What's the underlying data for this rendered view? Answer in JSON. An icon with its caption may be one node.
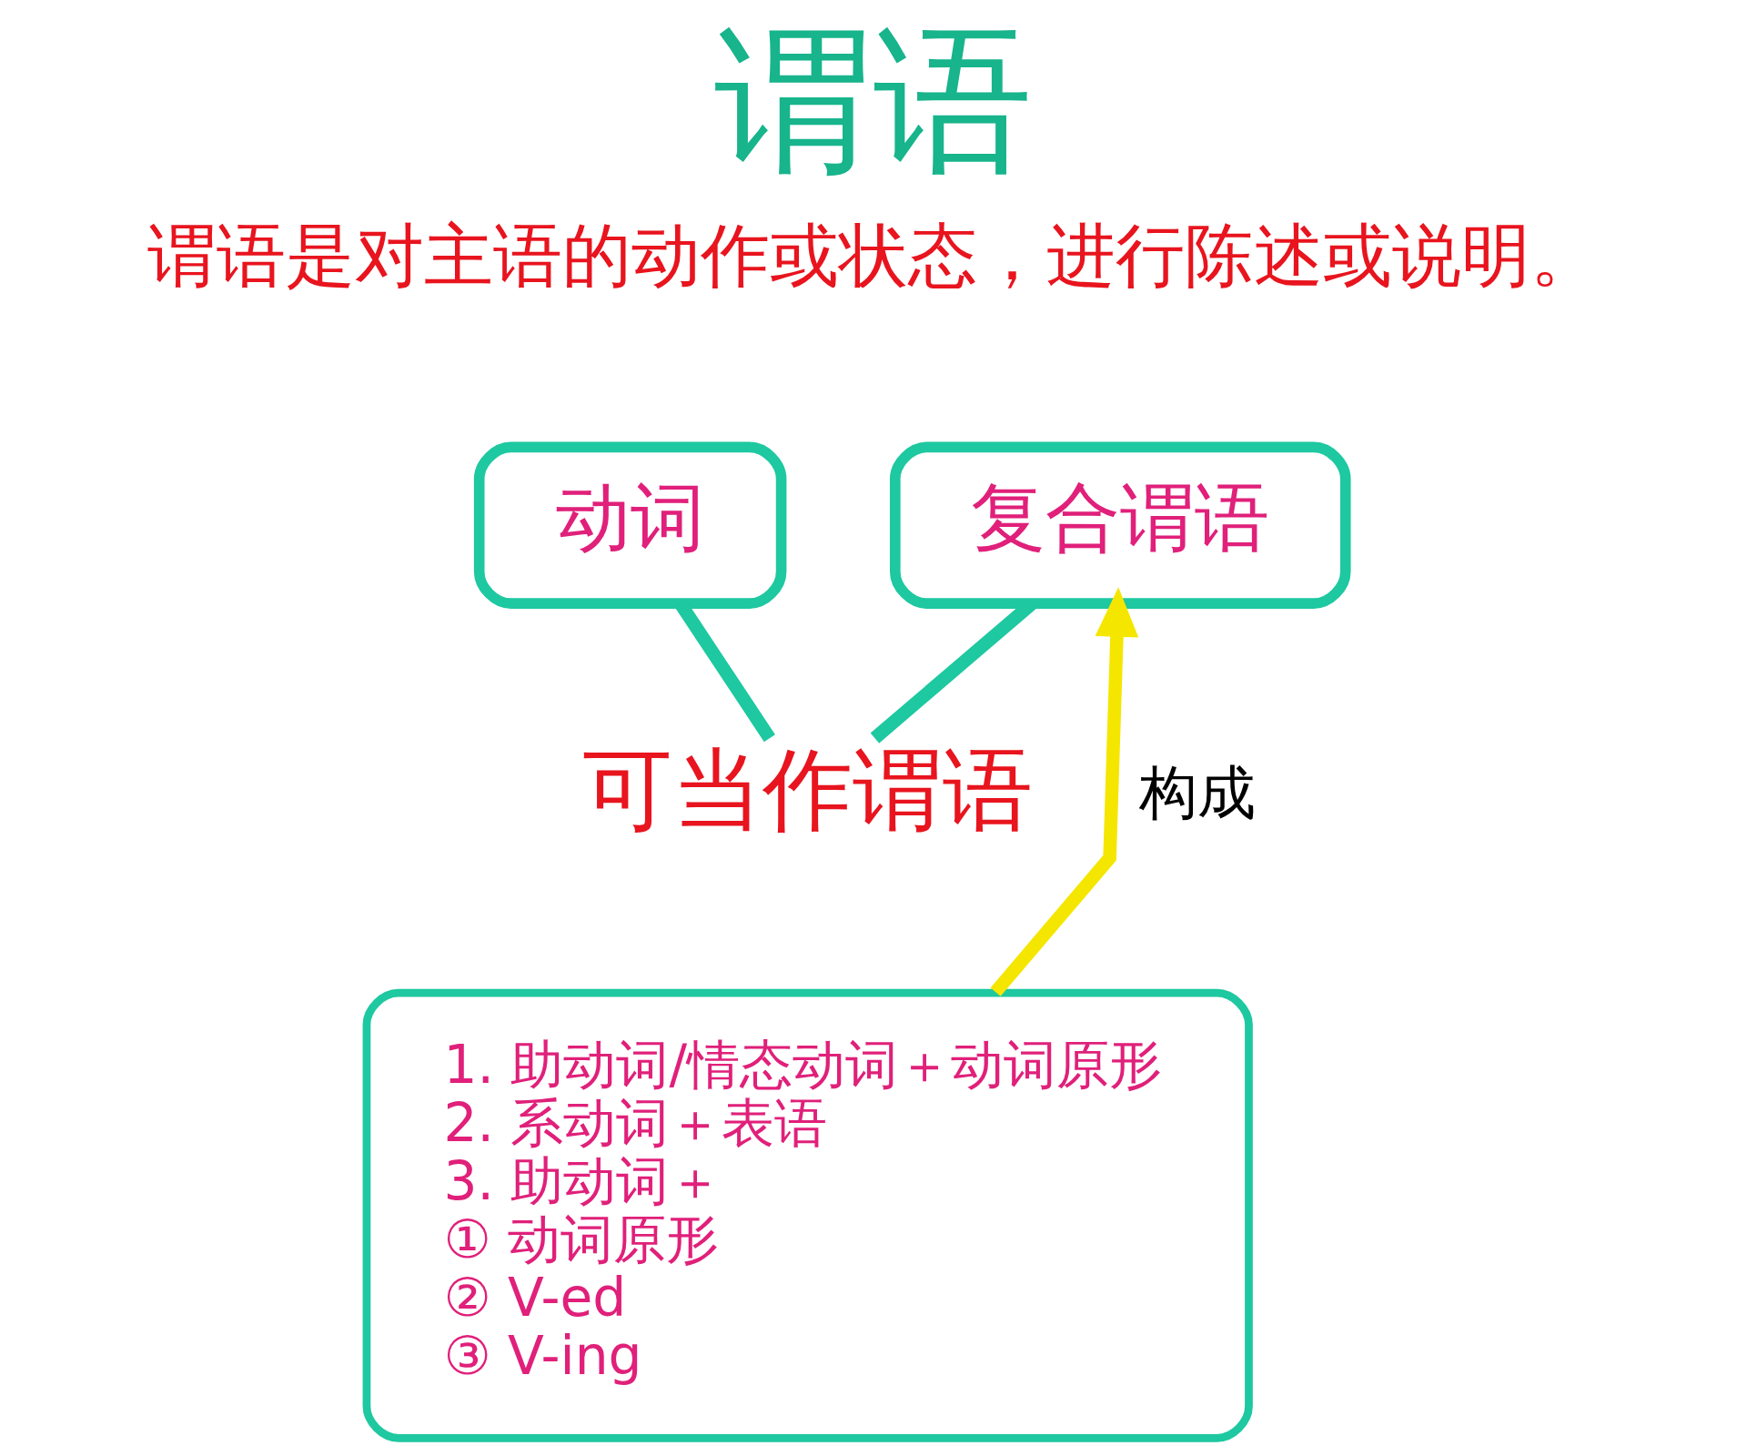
{
  "diagram": {
    "title": "谓语",
    "nodes": [
      {
        "text": [
          "动词"
        ]
      },
      {
        "text": [
          "复合谓语"
        ]
      },
      {
        "text": [
          "可当作谓语"
        ]
      },
      {
        "text": [
          "1. 助动词/情态动词＋动词原形",
          "2. 系动词＋表语",
          "3. 助动词＋",
          "① 动词原形",
          "② V-ed",
          "③ V-ing"
        ]
      }
    ],
    "edges": [
      {
        "from": 0,
        "to": 2,
        "arrow": "none"
      },
      {
        "from": 1,
        "to": 2,
        "arrow": "none"
      },
      {
        "from": 3,
        "to": 1,
        "arrow": "to",
        "label": "构成",
        "color": "#f5e600"
      }
    ],
    "labels": [
      "谓语是对主语的动作或状态，进行陈述或说明。"
    ]
  }
}
